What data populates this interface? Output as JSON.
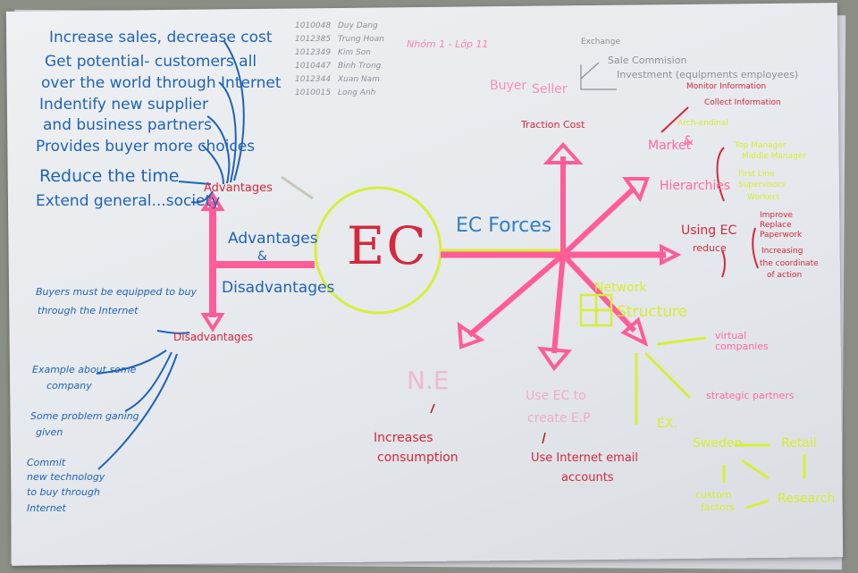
{
  "center": {
    "label": "EC"
  },
  "left": {
    "branch_label_1": "Advantages",
    "branch_label_amp": "&",
    "branch_label_2": "Disadvantages",
    "advantages_label": "Advantages",
    "advantages": [
      "Increase sales, decrease cost",
      "Get potential- customers all",
      "over the world through Internet",
      "Indentify new supplier",
      "and business partners",
      "Provides buyer more choices",
      "Reduce the time",
      "Extend general...society"
    ],
    "disadvantages_label": "Disadvantages",
    "disadvantages": [
      "Buyers must be equipped to buy",
      "through the Internet",
      "Example about some",
      "company",
      "Some problem ganing",
      "given",
      "Commit",
      "new technology",
      "to buy through",
      "Internet"
    ]
  },
  "team": {
    "ids": [
      "1010048",
      "1012385",
      "1012349",
      "1010447",
      "1012344",
      "1010015"
    ],
    "names": [
      "Duy Dang",
      "Trung Hoan",
      "Kim Son",
      "Binh Trong",
      "Xuan Nam",
      "Long Anh"
    ],
    "group_label": "Nhóm 1 - Lớp 11"
  },
  "right": {
    "forces_label": "EC Forces",
    "buyer": "Buyer",
    "seller": "Seller",
    "traction_cost": "Traction Cost",
    "exchange_top": "Exchange",
    "sales_commission": "Sale Commision",
    "investment": "Investment (equipments employees)",
    "market": "Market",
    "amp": "&",
    "hierarchies": "Hierarchies",
    "market_notes": [
      "Monitor Information",
      "Collect Information",
      "Arch-endinal"
    ],
    "hierarchy_notes": [
      "Top Manager",
      "Middle Manager",
      "First Line",
      "Supervisors",
      "Workers"
    ],
    "using_ec": "Using EC",
    "reduce": "reduce",
    "reduce_notes": [
      "Improve",
      "Replace",
      "Paperwork",
      "Increasing",
      "the coordinate",
      "of action"
    ],
    "network": "Network",
    "structure": "Structure",
    "virtual": "virtual",
    "companies": "companies",
    "strategic_partners": "strategic partners",
    "ex": "EX.",
    "sweden": "Sweden",
    "retail": "Retail",
    "research": "Research",
    "custom": "custom",
    "factors": "factors",
    "ne": "N.E",
    "increases": "Increases",
    "consumption": "consumption",
    "use_ec_to": "Use EC to",
    "create_ep": "create E.P",
    "use_internet_email": "Use Internet email",
    "accounts": "accounts"
  }
}
